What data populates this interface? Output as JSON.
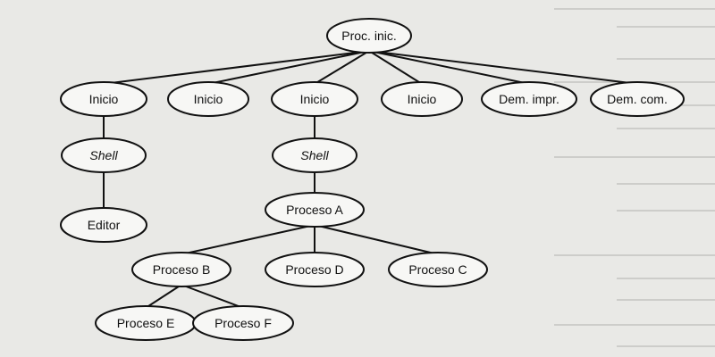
{
  "diagram": {
    "nodes": [
      {
        "id": "root",
        "label": "Proc. inic.",
        "italic": false
      },
      {
        "id": "inicio1",
        "label": "Inicio",
        "italic": false
      },
      {
        "id": "inicio2",
        "label": "Inicio",
        "italic": false
      },
      {
        "id": "inicio3",
        "label": "Inicio",
        "italic": false
      },
      {
        "id": "inicio4",
        "label": "Inicio",
        "italic": false
      },
      {
        "id": "demimpr",
        "label": "Dem. impr.",
        "italic": false
      },
      {
        "id": "demcom",
        "label": "Dem. com.",
        "italic": false
      },
      {
        "id": "shell1",
        "label": "Shell",
        "italic": true
      },
      {
        "id": "shell2",
        "label": "Shell",
        "italic": true
      },
      {
        "id": "editor",
        "label": "Editor",
        "italic": false
      },
      {
        "id": "procesoA",
        "label": "Proceso A",
        "italic": false
      },
      {
        "id": "procesoB",
        "label": "Proceso B",
        "italic": false
      },
      {
        "id": "procesoD",
        "label": "Proceso D",
        "italic": false
      },
      {
        "id": "procesoC",
        "label": "Proceso C",
        "italic": false
      },
      {
        "id": "procesoE",
        "label": "Proceso E",
        "italic": false
      },
      {
        "id": "procesoF",
        "label": "Proceso F",
        "italic": false
      }
    ],
    "edges": [
      [
        "root",
        "inicio1"
      ],
      [
        "root",
        "inicio2"
      ],
      [
        "root",
        "inicio3"
      ],
      [
        "root",
        "inicio4"
      ],
      [
        "root",
        "demimpr"
      ],
      [
        "root",
        "demcom"
      ],
      [
        "inicio1",
        "shell1"
      ],
      [
        "shell1",
        "editor"
      ],
      [
        "inicio3",
        "shell2"
      ],
      [
        "shell2",
        "procesoA"
      ],
      [
        "procesoA",
        "procesoB"
      ],
      [
        "procesoA",
        "procesoD"
      ],
      [
        "procesoA",
        "procesoC"
      ],
      [
        "procesoB",
        "procesoE"
      ],
      [
        "procesoB",
        "procesoF"
      ]
    ]
  },
  "colors": {
    "background": "#e9e9e6",
    "node_fill": "#f7f7f5",
    "stroke": "#111111"
  }
}
